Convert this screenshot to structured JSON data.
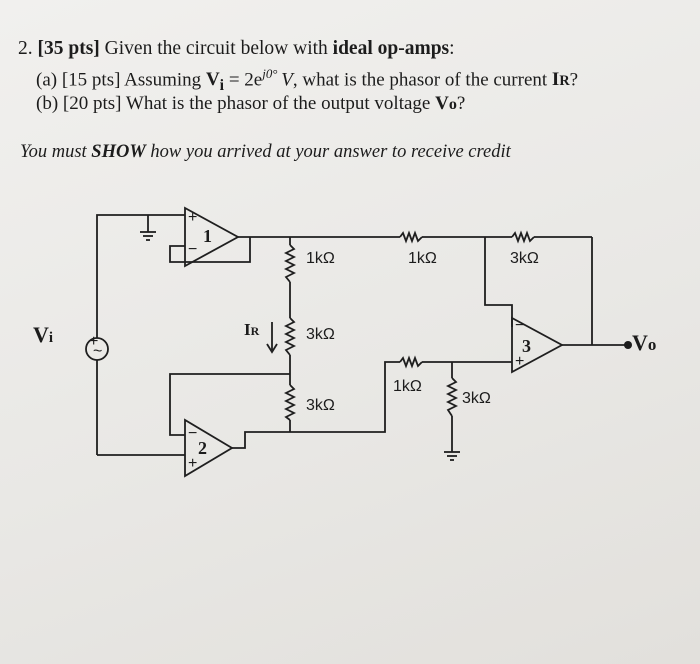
{
  "problem": {
    "title_num": "2. ",
    "title_pts": "[35 pts]",
    "title_text": " Given the circuit below with ",
    "title_bold": "ideal op-amps",
    "title_end": ":",
    "a_prefix": "(a) [15 pts] Assuming ",
    "a_var": "V",
    "a_var_sub": "i",
    "a_eq": " = 2e",
    "a_exp": "j0°",
    "a_unit": "V",
    "a_mid": ", what is the phasor of the current ",
    "a_cur": "I",
    "a_cur_sub": "R",
    "a_end": "?",
    "b_prefix": "(b) [20 pts] What is the phasor of the output voltage ",
    "b_var": "V",
    "b_var_sub": "o",
    "b_end": "?",
    "instr_1": "You must ",
    "instr_show": "SHOW",
    "instr_2": " how you arrived at your answer to receive credit"
  },
  "circuit": {
    "opamp1": "1",
    "opamp2": "2",
    "opamp3": "3",
    "plus": "+",
    "minus": "−",
    "r_top_vertical": "1kΩ",
    "r_ir": "3kΩ",
    "r_mid_vertical": "3kΩ",
    "r_top_horizontal": "1kΩ",
    "r_feedback": "3kΩ",
    "r_lower_horizontal": "1kΩ",
    "r_ground": "3kΩ",
    "ir_label": "I",
    "ir_sub": "R",
    "vi_label": "V",
    "vi_sub": "i",
    "vo_label": "V",
    "vo_sub": "o",
    "source_sign": "+",
    "source_symbol": "~"
  }
}
